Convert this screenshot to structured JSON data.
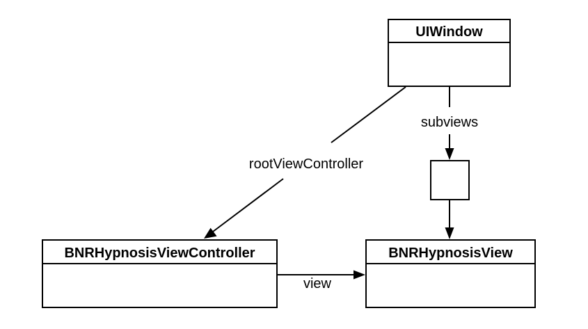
{
  "classes": {
    "uiwindow": {
      "name": "UIWindow"
    },
    "view_controller": {
      "name": "BNRHypnosisViewController"
    },
    "hypnosis_view": {
      "name": "BNRHypnosisView"
    }
  },
  "relationships": {
    "root_view_controller": "rootViewController",
    "subviews": "subviews",
    "view": "view"
  },
  "colors": {
    "stroke": "#000000",
    "fill": "#ffffff"
  }
}
